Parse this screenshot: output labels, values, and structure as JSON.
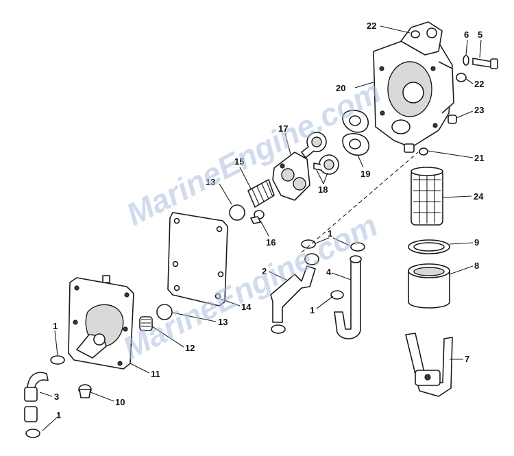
{
  "watermark": {
    "text": "MarineEngine.com"
  },
  "callouts": [
    {
      "id": "c22a",
      "text": "22"
    },
    {
      "id": "c6",
      "text": "6"
    },
    {
      "id": "c5",
      "text": "5"
    },
    {
      "id": "c20",
      "text": "20"
    },
    {
      "id": "c22b",
      "text": "22"
    },
    {
      "id": "c23",
      "text": "23"
    },
    {
      "id": "c17",
      "text": "17"
    },
    {
      "id": "c21",
      "text": "21"
    },
    {
      "id": "c15",
      "text": "15"
    },
    {
      "id": "c19",
      "text": "19"
    },
    {
      "id": "c13a",
      "text": "13"
    },
    {
      "id": "c18",
      "text": "18"
    },
    {
      "id": "c24",
      "text": "24"
    },
    {
      "id": "c16",
      "text": "16"
    },
    {
      "id": "c1a",
      "text": "1"
    },
    {
      "id": "c9",
      "text": "9"
    },
    {
      "id": "c2",
      "text": "2"
    },
    {
      "id": "c4",
      "text": "4"
    },
    {
      "id": "c8",
      "text": "8"
    },
    {
      "id": "c14",
      "text": "14"
    },
    {
      "id": "c1b",
      "text": "1"
    },
    {
      "id": "c13b",
      "text": "13"
    },
    {
      "id": "c1c",
      "text": "1"
    },
    {
      "id": "c12",
      "text": "12"
    },
    {
      "id": "c7",
      "text": "7"
    },
    {
      "id": "c11",
      "text": "11"
    },
    {
      "id": "c3",
      "text": "3"
    },
    {
      "id": "c10",
      "text": "10"
    },
    {
      "id": "c1d",
      "text": "1"
    }
  ]
}
